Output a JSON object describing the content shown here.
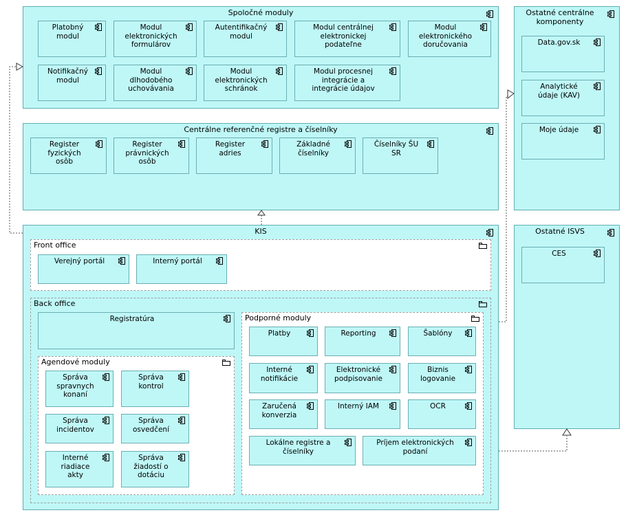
{
  "spolocne": {
    "title": "Spoločné moduly",
    "modules": [
      "Platobný\nmodul",
      "Modul\nelektronických\nformulárov",
      "Autentifikačný\nmodul",
      "Modul centrálnej\nelektronickej\npodateľne",
      "Modul\nelektronického\ndoručovania",
      "Notifikačný\nmodul",
      "Modul\ndlhodobého\nuchovávania",
      "Modul\nelektronických\nschránok",
      "Modul procesnej\nintegrácie a\nintegrácie údajov"
    ]
  },
  "registre": {
    "title": "Centrálne referenčné registre a číselníky",
    "modules": [
      "Register\nfyzických\nosôb",
      "Register\nprávnických\nosôb",
      "Register\nadries",
      "Základné\nčíselníky",
      "Číselníky ŠU\nSR"
    ]
  },
  "ostatne_centralne": {
    "title": "Ostatné centrálne\nkomponenty",
    "modules": [
      "Data.gov.sk",
      "Analytické\núdaje (KAV)",
      "Moje údaje"
    ]
  },
  "ostatne_isvs": {
    "title": "Ostatné ISVS",
    "modules": [
      "CES"
    ]
  },
  "kis": {
    "title": "KIS",
    "front_office": {
      "title": "Front office",
      "modules": [
        "Verejný portál",
        "Interný portál"
      ]
    },
    "back_office": {
      "title": "Back office",
      "registratura": "Registratúra",
      "agendove": {
        "title": "Agendové moduly",
        "modules": [
          "Správa\nspravnych\nkonaní",
          "Správa\nkontrol",
          "Správa\nincidentov",
          "Správa\nosvedčení",
          "Interné\nriadiace\nakty",
          "Správa\nžiadostí o\ndotáciu"
        ]
      },
      "podporne": {
        "title": "Podporné moduly",
        "modules": [
          "Platby",
          "Reporting",
          "Šablóny",
          "Interné\nnotifikácie",
          "Elektronické\npodpisovanie",
          "Biznis\nlogovanie",
          "Zaručená\nkonverzia",
          "Interný IAM",
          "OCR",
          "Lokálne registre a\nčíselníky",
          "Príjem elektronických\npodaní"
        ]
      }
    }
  }
}
